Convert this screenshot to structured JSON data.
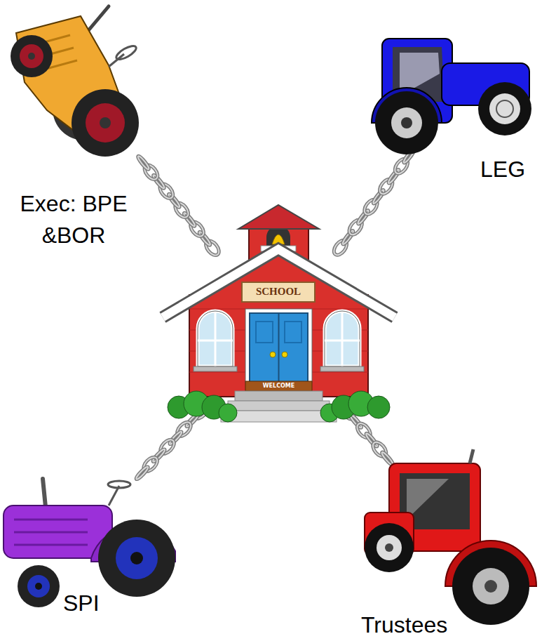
{
  "diagram": {
    "nodes": [
      {
        "text": [
          "Exec: BPE &BOR"
        ]
      },
      {
        "text": [
          "LEG"
        ]
      },
      {
        "text": [
          "SCHOOL",
          "WELCOME"
        ]
      },
      {
        "text": [
          "SPI"
        ]
      },
      {
        "text": [
          "Trustees"
        ]
      }
    ],
    "edges": [
      {
        "from": 2,
        "to": 0,
        "arrow": "none"
      },
      {
        "from": 2,
        "to": 1,
        "arrow": "none"
      },
      {
        "from": 2,
        "to": 3,
        "arrow": "none"
      },
      {
        "from": 2,
        "to": 4,
        "arrow": "none"
      }
    ]
  }
}
